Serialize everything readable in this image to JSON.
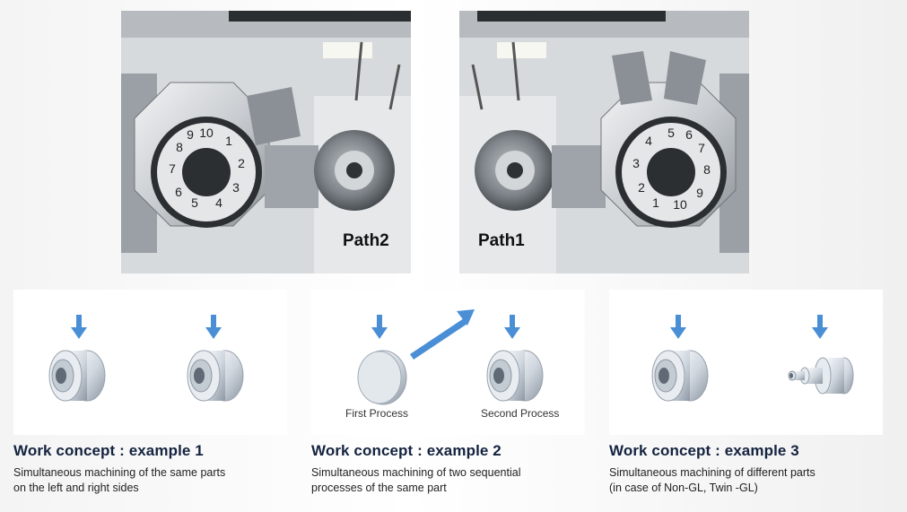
{
  "photos": {
    "left": {
      "label": "Path2",
      "dial_numbers": [
        "10",
        "1",
        "2",
        "3",
        "4",
        "5",
        "6",
        "7",
        "8",
        "9"
      ]
    },
    "right": {
      "label": "Path1",
      "dial_numbers": [
        "5",
        "4",
        "3",
        "2",
        "1",
        "10",
        "9",
        "8",
        "7",
        "6"
      ]
    }
  },
  "examples": [
    {
      "title": "Work concept : example 1",
      "desc": [
        "Simultaneous machining of the same parts",
        "on the left and right sides"
      ],
      "captions": []
    },
    {
      "title": "Work concept : example 2",
      "desc": [
        "Simultaneous machining of two sequential",
        "processes of the same part"
      ],
      "captions": [
        "First Process",
        "Second Process"
      ]
    },
    {
      "title": "Work concept : example 3",
      "desc": [
        "Simultaneous machining of different parts",
        "(in case of Non-GL, Twin -GL)"
      ],
      "captions": []
    }
  ],
  "colors": {
    "arrow": "#4a8fd6",
    "title": "#14233f"
  }
}
